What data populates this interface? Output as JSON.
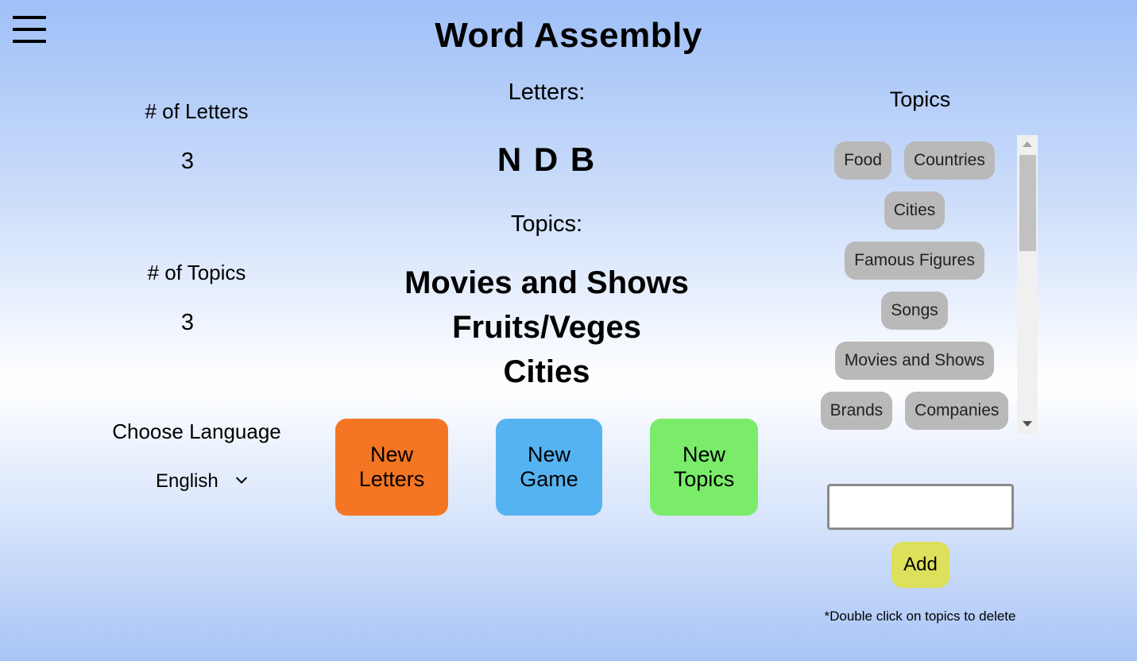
{
  "header": {
    "title": "Word Assembly"
  },
  "left": {
    "letters_count_label": "# of Letters",
    "letters_count": "3",
    "topics_count_label": "# of Topics",
    "topics_count": "3",
    "language_label": "Choose Language",
    "language_selected": "English"
  },
  "center": {
    "letters_label": "Letters:",
    "letters": "N D B",
    "topics_label": "Topics:",
    "topics": [
      "Movies and Shows",
      "Fruits/Veges",
      "Cities"
    ]
  },
  "buttons": {
    "new_letters": "New Letters",
    "new_game": "New Game",
    "new_topics": "New Topics"
  },
  "topics_panel": {
    "heading": "Topics",
    "chips": [
      "Food",
      "Countries",
      "Cities",
      "Famous Figures",
      "Songs",
      "Movies and Shows",
      "Brands",
      "Companies"
    ],
    "input_value": "",
    "add_label": "Add",
    "hint": "*Double click on topics to delete"
  },
  "colors": {
    "new_letters": "#f47523",
    "new_game": "#55b3f1",
    "new_topics": "#7aec6a",
    "add": "#dce05a",
    "chip": "#b9b9b9"
  }
}
